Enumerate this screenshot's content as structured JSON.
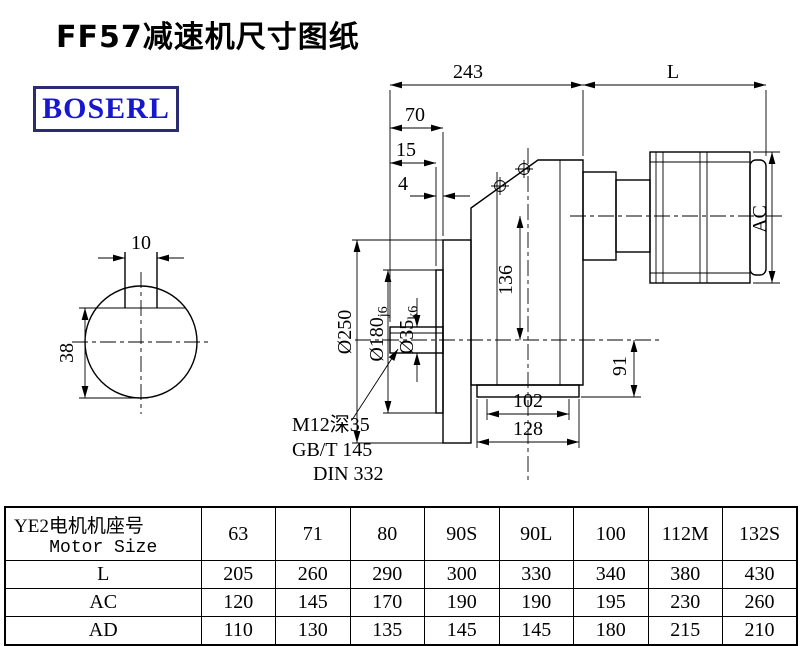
{
  "title": "FF57减速机尺寸图纸",
  "logo": {
    "text": "BOSERL"
  },
  "drawing": {
    "dims": {
      "d243": "243",
      "dL": "L",
      "d70": "70",
      "d15": "15",
      "d4": "4",
      "dAC": "AC",
      "d10": "10",
      "d38": "38",
      "d250": "Ø250",
      "d180": "Ø180",
      "d180sub": "j6",
      "d35": "Ø35",
      "d35sub": "k6",
      "d136": "136",
      "d91": "91",
      "d102": "102",
      "d128": "128",
      "tap": "M12深35",
      "std1": "GB/T 145",
      "std2": "DIN 332"
    }
  },
  "table": {
    "header": {
      "line1": "YE2电机机座号",
      "line2": "Motor Size"
    },
    "motor_sizes": [
      "63",
      "71",
      "80",
      "90S",
      "90L",
      "100",
      "112M",
      "132S"
    ],
    "rows": [
      {
        "label": "L",
        "values": [
          "205",
          "260",
          "290",
          "300",
          "330",
          "340",
          "380",
          "430"
        ]
      },
      {
        "label": "AC",
        "values": [
          "120",
          "145",
          "170",
          "190",
          "190",
          "195",
          "230",
          "260"
        ]
      },
      {
        "label": "AD",
        "values": [
          "110",
          "130",
          "135",
          "145",
          "145",
          "180",
          "215",
          "210"
        ]
      }
    ]
  }
}
